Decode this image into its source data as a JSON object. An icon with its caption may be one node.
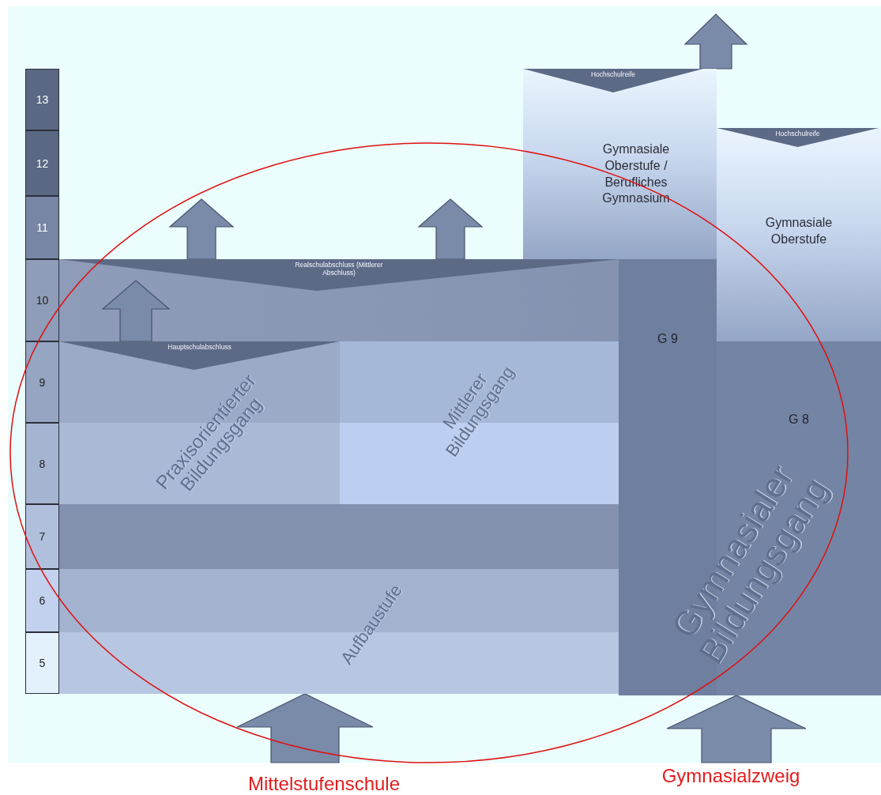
{
  "diagram": {
    "nodes": [
      {
        "text": [
          "13"
        ]
      },
      {
        "text": [
          "12"
        ]
      },
      {
        "text": [
          "11"
        ]
      },
      {
        "text": [
          "10"
        ]
      },
      {
        "text": [
          "9"
        ]
      },
      {
        "text": [
          "8"
        ]
      },
      {
        "text": [
          "7"
        ]
      },
      {
        "text": [
          "6"
        ]
      },
      {
        "text": [
          "5"
        ]
      },
      {
        "text": [
          "Gymnasiale Oberstufe / Berufliches Gymnasium"
        ]
      },
      {
        "text": [
          "Hochschulreife"
        ],
        "in": 9
      },
      {
        "text": [
          "Gymnasiale Oberstufe"
        ]
      },
      {
        "text": [
          "Hochschulreife"
        ],
        "in": 11
      },
      {
        "text": [
          "Realschulabschluss (Mittlerer Abschluss)"
        ]
      },
      {
        "text": [
          "Hauptschulabschluss"
        ],
        "in": 15
      },
      {
        "text": [
          "Praxisorientierter Bildungsgang"
        ]
      },
      {
        "text": [
          "Mittlerer Bildungsgang"
        ]
      },
      {
        "text": [
          "Aufbaustufe"
        ]
      },
      {
        "text": [
          "G 9"
        ]
      },
      {
        "text": [
          "G 8"
        ]
      },
      {
        "text": [
          "Gymnasialer Bildungsgang"
        ]
      }
    ],
    "edges": [
      {
        "from": 14,
        "to": null,
        "arrow": "to"
      },
      {
        "from": 13,
        "to": null,
        "arrow": "to"
      },
      {
        "from": 13,
        "to": null,
        "arrow": "to"
      },
      {
        "from": 10,
        "to": null,
        "arrow": "to"
      },
      {
        "from": null,
        "to": 17,
        "arrow": "to"
      },
      {
        "from": null,
        "to": 19,
        "arrow": "to"
      }
    ],
    "labels": [
      "Mittelstufenschule",
      "Gymnasialzweig"
    ]
  }
}
